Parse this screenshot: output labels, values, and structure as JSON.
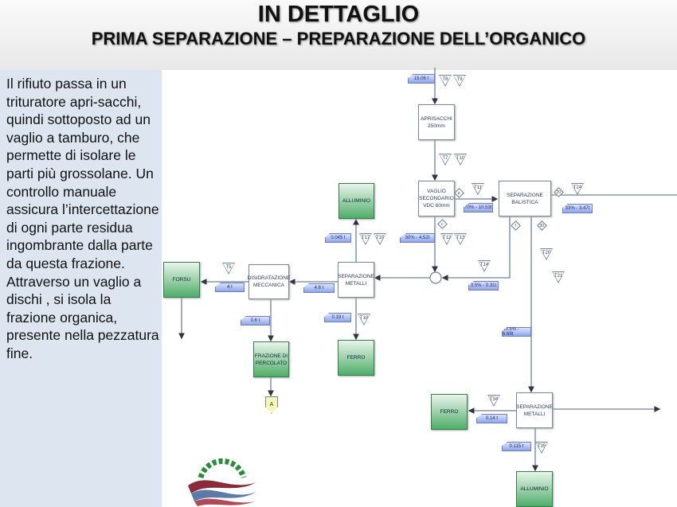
{
  "header": {
    "title": "IN DETTAGLIO",
    "subtitle": "PRIMA SEPARAZIONE – PREPARAZIONE DELL’ORGANICO"
  },
  "description": "Il rifiuto passa in un trituratore apri-sacchi, quindi sottoposto ad un vaglio a tamburo, che permette di isolare le parti più grossolane. Un controllo manuale assicura l’intercettazione di ogni parte residua ingombrante  dalla parte da questa frazione.\n Attraverso un vaglio a dischi , si isola la frazione organica, presente nella pezzatura fine.",
  "nodes": {
    "aprisacchi": "APRISACCHI 250mm",
    "vaglio": "VAGLIO SECONDARIO VDC 60mm",
    "balistica": "SEPARAZIONE BALISTICA",
    "sep_metalli_1": "SEPARAZIONE METALLI",
    "alluminio_1": "ALLUMINIO",
    "ferro_1": "FERRO",
    "disidratazione": "DISIDRATAZIONE MECCANICA",
    "forsu": "FORSU",
    "percolato": "FRAZIONE DI PERCOLATO",
    "connector_a": "A",
    "sep_metalli_2": "SEPARAZIONE METALLI",
    "ferro_2": "FERRO",
    "alluminio_2": "ALLUMINIO"
  },
  "flows": {
    "input": "15.06 t",
    "to_balistica": "70% - 10.53t",
    "vaglio_down": "30% - 4.52t",
    "balistica_right": "33% - 3.47t",
    "balistica_back": "3.5% - 0.31t",
    "balistica_down": "63.5% - 6.69t",
    "alluminio_1": "0.045 t",
    "ferro_1": "0.19 t",
    "to_disidratazione": "4.6 t",
    "to_forsu": "4 t",
    "percolato": "0.6 t",
    "ferro_2": "0.14 t",
    "alluminio_2": "0.115 t"
  },
  "tags": {
    "t8": "T8",
    "t9": "T9",
    "t7": "T7",
    "t10": "T10",
    "t11": "T11",
    "t24": "T24",
    "t12": "T12",
    "t13": "T13",
    "t14": "T14",
    "t17": "T17",
    "t19": "T19",
    "t18": "T18",
    "t5": "T5",
    "t20": "T20",
    "t21": "T21",
    "t34": "T34",
    "t35": "T35"
  },
  "markers": {
    "a": "a",
    "c": "c",
    "f": "f",
    "m20": "20",
    "m30": "30"
  }
}
